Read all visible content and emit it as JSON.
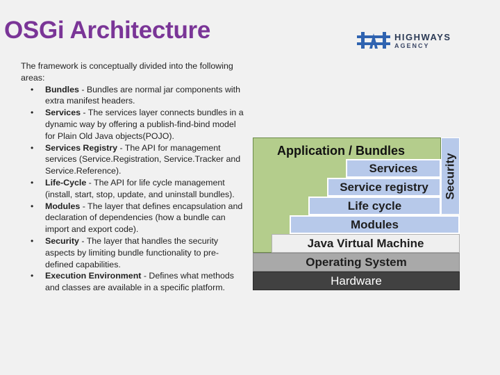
{
  "title": "OSGi Architecture",
  "logo": {
    "line1": "HIGHWAYS",
    "line2": "AGENCY",
    "mark_color": "#2f63b0"
  },
  "intro": "The framework is conceptually divided into the following areas:",
  "areas": [
    {
      "term": "Bundles",
      "desc": " - Bundles are normal jar components with extra manifest headers."
    },
    {
      "term": "Services",
      "desc": " - The services layer connects bundles in a dynamic way by offering a publish-find-bind model for Plain Old Java objects(POJO)."
    },
    {
      "term": "Services Registry",
      "desc": " - The API for management services (Service.Registration, Service.Tracker and Service.Reference)."
    },
    {
      "term": "Life-Cycle",
      "desc": " - The API for life cycle management (install, start, stop, update, and uninstall bundles)."
    },
    {
      "term": "Modules",
      "desc": " - The layer that defines encapsulation and declaration of dependencies (how a bundle can import and export code)."
    },
    {
      "term": "Security",
      "desc": " - The layer that handles the security aspects by limiting bundle functionality to pre-defined capabilities."
    },
    {
      "term": "Execution Environment",
      "desc": " - Defines what methods and classes are available in a specific platform."
    }
  ],
  "diagram": {
    "application": "Application / Bundles",
    "services": "Services",
    "service_registry": "Service registry",
    "life_cycle": "Life cycle",
    "modules": "Modules",
    "security": "Security",
    "jvm": "Java Virtual Machine",
    "os": "Operating System",
    "hardware": "Hardware",
    "colors": {
      "application": "#b4cd8c",
      "steps": "#b7c9ea",
      "jvm": "#efefef",
      "os": "#a9a9a9",
      "hardware": "#414141"
    }
  }
}
